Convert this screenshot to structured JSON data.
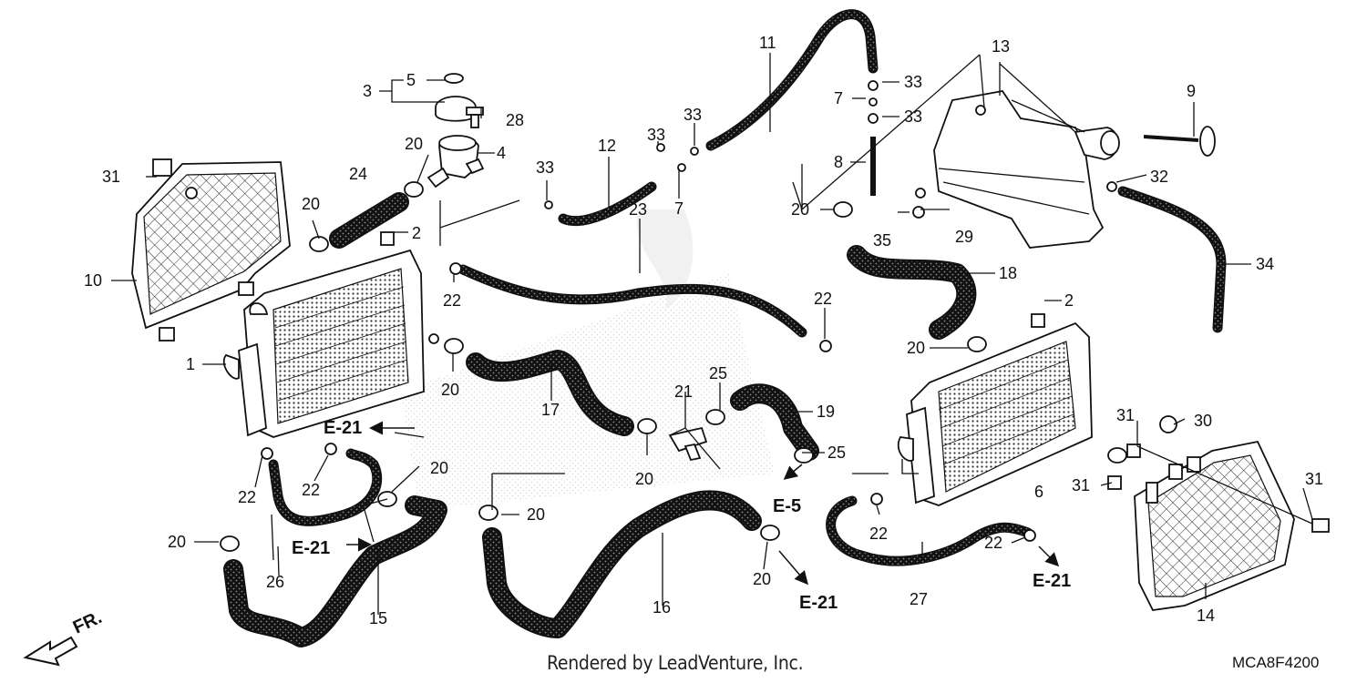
{
  "diagram": {
    "footer": "Rendered by LeadVenture, Inc.",
    "code": "MCA8F4200",
    "front_label": "FR.",
    "callouts": [
      {
        "id": "c1",
        "text": "1"
      },
      {
        "id": "c2a",
        "text": "2"
      },
      {
        "id": "c2b",
        "text": "2"
      },
      {
        "id": "c3",
        "text": "3"
      },
      {
        "id": "c4",
        "text": "4"
      },
      {
        "id": "c5",
        "text": "5"
      },
      {
        "id": "c6",
        "text": "6"
      },
      {
        "id": "c7a",
        "text": "7"
      },
      {
        "id": "c7b",
        "text": "7"
      },
      {
        "id": "c8",
        "text": "8"
      },
      {
        "id": "c9",
        "text": "9"
      },
      {
        "id": "c10",
        "text": "10"
      },
      {
        "id": "c11",
        "text": "11"
      },
      {
        "id": "c12",
        "text": "12"
      },
      {
        "id": "c13",
        "text": "13"
      },
      {
        "id": "c14",
        "text": "14"
      },
      {
        "id": "c15",
        "text": "15"
      },
      {
        "id": "c16",
        "text": "16"
      },
      {
        "id": "c17",
        "text": "17"
      },
      {
        "id": "c18",
        "text": "18"
      },
      {
        "id": "c19",
        "text": "19"
      },
      {
        "id": "c20a",
        "text": "20"
      },
      {
        "id": "c20b",
        "text": "20"
      },
      {
        "id": "c20c",
        "text": "20"
      },
      {
        "id": "c20d",
        "text": "20"
      },
      {
        "id": "c20e",
        "text": "20"
      },
      {
        "id": "c20f",
        "text": "20"
      },
      {
        "id": "c20g",
        "text": "20"
      },
      {
        "id": "c20h",
        "text": "20"
      },
      {
        "id": "c20i",
        "text": "20"
      },
      {
        "id": "c20j",
        "text": "20"
      },
      {
        "id": "c21",
        "text": "21"
      },
      {
        "id": "c22a",
        "text": "22"
      },
      {
        "id": "c22b",
        "text": "22"
      },
      {
        "id": "c22c",
        "text": "22"
      },
      {
        "id": "c22d",
        "text": "22"
      },
      {
        "id": "c22e",
        "text": "22"
      },
      {
        "id": "c22f",
        "text": "22"
      },
      {
        "id": "c23",
        "text": "23"
      },
      {
        "id": "c24",
        "text": "24"
      },
      {
        "id": "c25a",
        "text": "25"
      },
      {
        "id": "c25b",
        "text": "25"
      },
      {
        "id": "c26",
        "text": "26"
      },
      {
        "id": "c27",
        "text": "27"
      },
      {
        "id": "c28",
        "text": "28"
      },
      {
        "id": "c29",
        "text": "29"
      },
      {
        "id": "c30",
        "text": "30"
      },
      {
        "id": "c31a",
        "text": "31"
      },
      {
        "id": "c31b",
        "text": "31"
      },
      {
        "id": "c31c",
        "text": "31"
      },
      {
        "id": "c31d",
        "text": "31"
      },
      {
        "id": "c32",
        "text": "32"
      },
      {
        "id": "c33a",
        "text": "33"
      },
      {
        "id": "c33b",
        "text": "33"
      },
      {
        "id": "c33c",
        "text": "33"
      },
      {
        "id": "c33d",
        "text": "33"
      },
      {
        "id": "c33e",
        "text": "33"
      },
      {
        "id": "c34",
        "text": "34"
      },
      {
        "id": "c35",
        "text": "35"
      }
    ],
    "references": [
      {
        "id": "r1",
        "text": "E-21"
      },
      {
        "id": "r2",
        "text": "E-21"
      },
      {
        "id": "r3",
        "text": "E-21"
      },
      {
        "id": "r4",
        "text": "E-21"
      },
      {
        "id": "r5",
        "text": "E-5"
      }
    ],
    "colors": {
      "line": "#111111",
      "dots": "#9a9a9a",
      "watermark": "#e4e4e4"
    }
  }
}
